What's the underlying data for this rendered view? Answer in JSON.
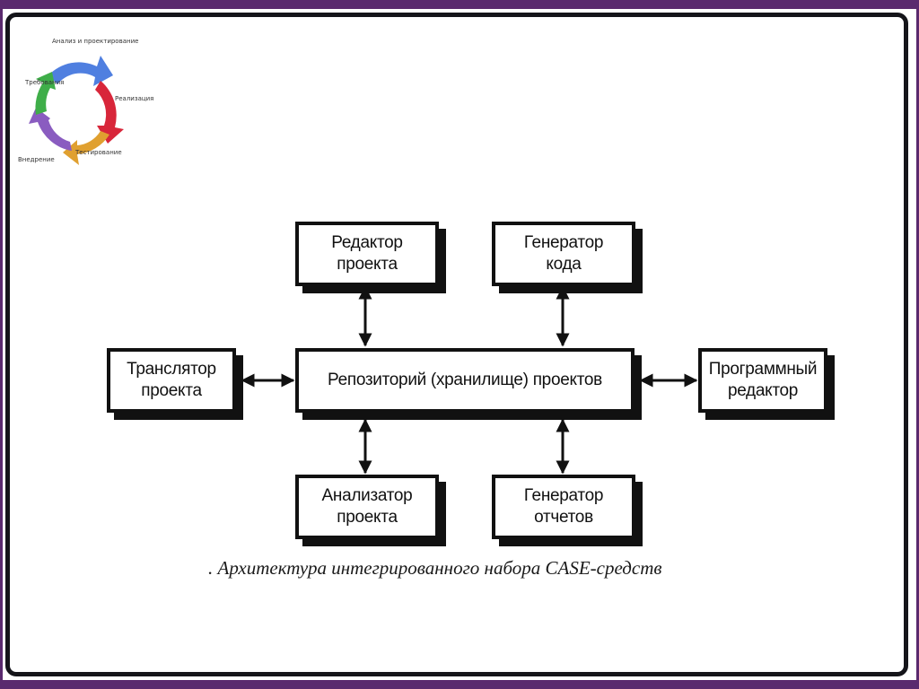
{
  "cycle": {
    "labels": {
      "top": "Анализ и проектирование",
      "right": "Реализация",
      "bottom": "Тестирование",
      "bottomleft": "Внедрение",
      "left": "Требования"
    },
    "colors": {
      "top": "#4f7fe0",
      "right": "#d8263a",
      "bottom": "#e0a030",
      "bottomleft": "#8a5cc0",
      "left": "#3fae49"
    }
  },
  "diagram": {
    "nodes": {
      "editor": [
        "Редактор",
        "проекта"
      ],
      "codegen": [
        "Генератор",
        "кода"
      ],
      "translator": [
        "Транслятор",
        "проекта"
      ],
      "repository": [
        "Репозиторий (хранилище) проектов"
      ],
      "progeditor": [
        "Программный",
        "редактор"
      ],
      "analyzer": [
        "Анализатор",
        "проекта"
      ],
      "reportgen": [
        "Генератор",
        "отчетов"
      ]
    },
    "caption": ". Архитектура интегрированного набора CASE-средств"
  }
}
